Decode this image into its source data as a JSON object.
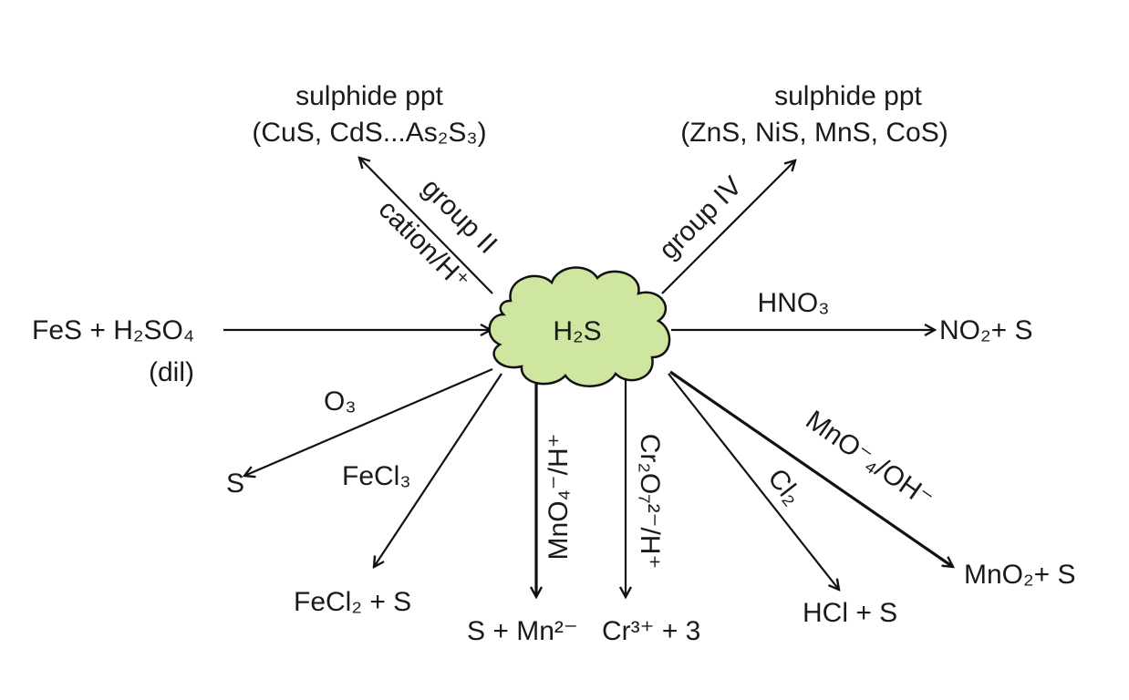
{
  "center": {
    "label": "H₂S",
    "fill_color": "#cfe6a0"
  },
  "reactions": {
    "fes": {
      "reactant": "FeS + H₂SO₄",
      "condition": "(dil)"
    },
    "group2": {
      "label_top": "group II",
      "label_bottom": "cation/H⁺",
      "title": "sulphide ppt",
      "products": "(CuS, CdS...As₂S₃)"
    },
    "group4": {
      "label": "group IV",
      "title": "sulphide ppt",
      "products": "(ZnS, NiS, MnS, CoS)"
    },
    "hno3": {
      "reagent": "HNO₃",
      "products": "NO₂+ S"
    },
    "o3": {
      "reagent": "O₃",
      "products": "S"
    },
    "fecl3": {
      "reagent": "FeCl₃",
      "products": "FeCl₂ + S"
    },
    "mno4_h": {
      "reagent": "MnO₄⁻/H⁺",
      "products": "S + Mn²⁻"
    },
    "cr2o7": {
      "reagent": "Cr₂O₇²⁻/H⁺",
      "products": "Cr³⁺ + 3"
    },
    "cl2": {
      "reagent": "Cl₂",
      "products": "HCl + S"
    },
    "mno4_oh": {
      "reagent": "MnO⁻₄/OH⁻",
      "products": "MnO₂+ S"
    }
  }
}
